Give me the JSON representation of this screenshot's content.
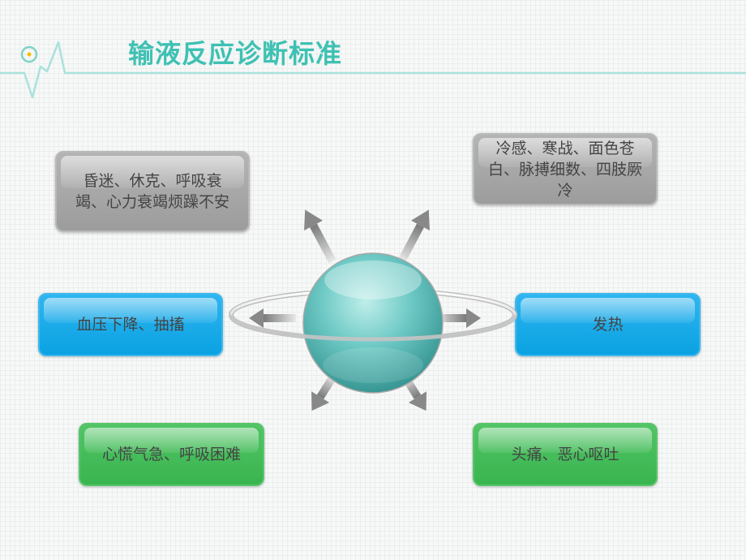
{
  "title": "输液反应诊断标准",
  "boxes": {
    "top_left": "昏迷、休克、呼吸衰竭、心力衰竭烦躁不安",
    "top_right": "冷感、寒战、面色苍白、脉搏细数、四肢厥冷",
    "mid_left": "血压下降、抽搐",
    "mid_right": "发热",
    "bottom_left": "心慌气急、呼吸困难",
    "bottom_right": "头痛、恶心呕吐"
  },
  "colors": {
    "title": "#3ec1b3",
    "gray_box": "#a8a8a8",
    "blue_box": "#11a6e6",
    "green_box": "#43ba58",
    "sphere": "#5fc2bf"
  }
}
